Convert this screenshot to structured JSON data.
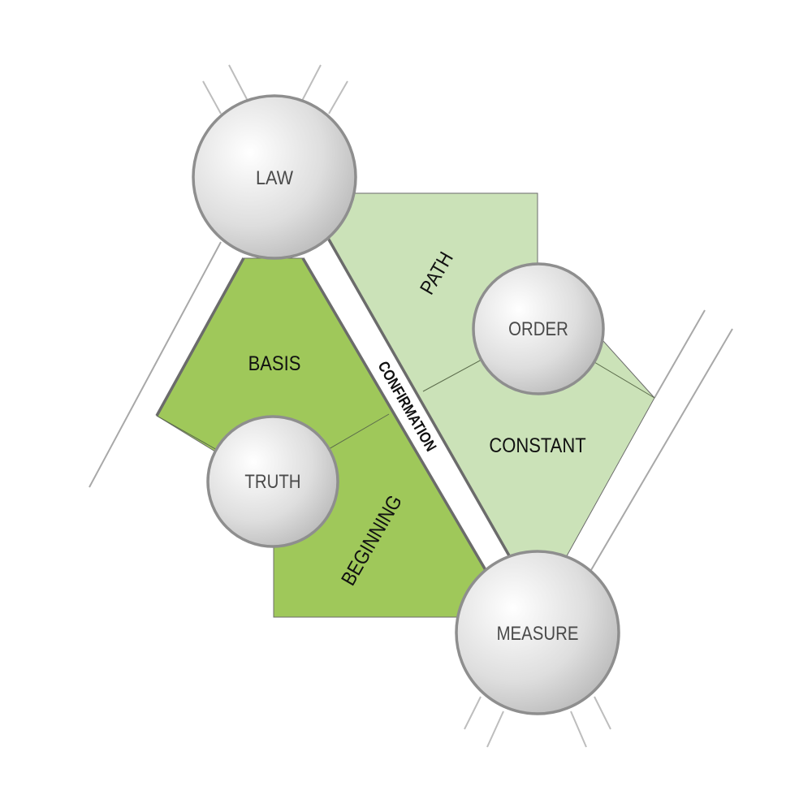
{
  "nodes": {
    "law": "LAW",
    "order": "ORDER",
    "truth": "TRUTH",
    "measure": "MEASURE"
  },
  "regions": {
    "basis": "BASIS",
    "beginning": "BEGINNING",
    "path": "PATH",
    "constant": "CONSTANT"
  },
  "band": {
    "confirmation": "CONFIRMATION"
  },
  "colors": {
    "dark_green": "#9fc85a",
    "light_green": "#cbe2b8",
    "node_stroke": "#8e8e8e",
    "edge_stroke": "#6b6b6b"
  }
}
